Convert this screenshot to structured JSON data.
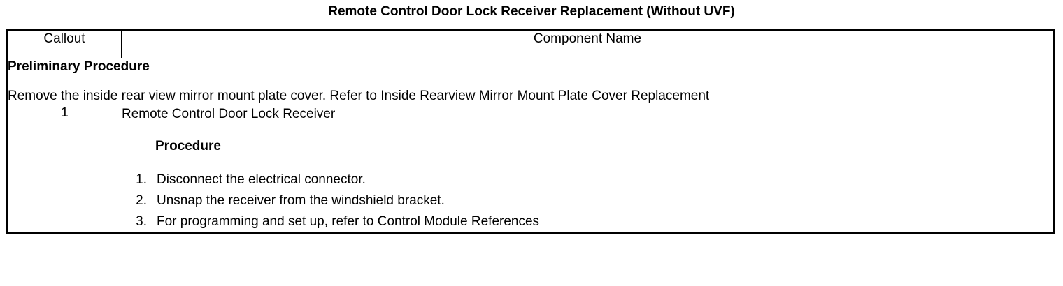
{
  "document": {
    "title": "Remote Control Door Lock Receiver Replacement (Without UVF)"
  },
  "table": {
    "columns": {
      "callout": "Callout",
      "component_name": "Component Name"
    },
    "preliminary": {
      "heading": "Preliminary Procedure",
      "text": "Remove the inside rear view mirror mount plate cover. Refer to Inside Rearview Mirror Mount Plate Cover Replacement"
    },
    "rows": [
      {
        "callout": "1",
        "component_name": "Remote Control Door Lock Receiver",
        "procedure_heading": "Procedure",
        "steps": [
          {
            "number": "1.",
            "text": "Disconnect the electrical connector."
          },
          {
            "number": "2.",
            "text": "Unsnap the receiver from the windshield bracket."
          },
          {
            "number": "3.",
            "text": "For programming and set up, refer to Control Module References"
          }
        ]
      }
    ]
  }
}
